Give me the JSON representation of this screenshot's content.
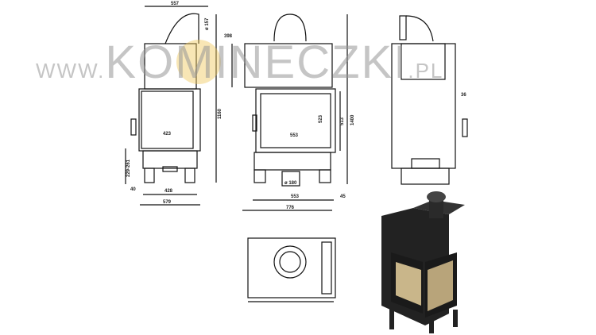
{
  "watermark": {
    "prefix": "WWW.",
    "brand": "KOMINECZKI",
    "suffix": ".PL"
  },
  "front_view": {
    "depth_top": "557",
    "flue_diameter": "ø 157",
    "top_height": "398",
    "total_height": "1160",
    "glass_width": "423",
    "leg_height": "229-261",
    "foot": "40",
    "leg_spacing": "428",
    "width": "579"
  },
  "side_view": {
    "glass_height": "523",
    "glass_width": "553",
    "door_height": "513",
    "total_height": "1400",
    "width": "776",
    "offset": "45",
    "flue_diameter": "ø 180"
  },
  "right_view": {
    "offset": "36"
  }
}
